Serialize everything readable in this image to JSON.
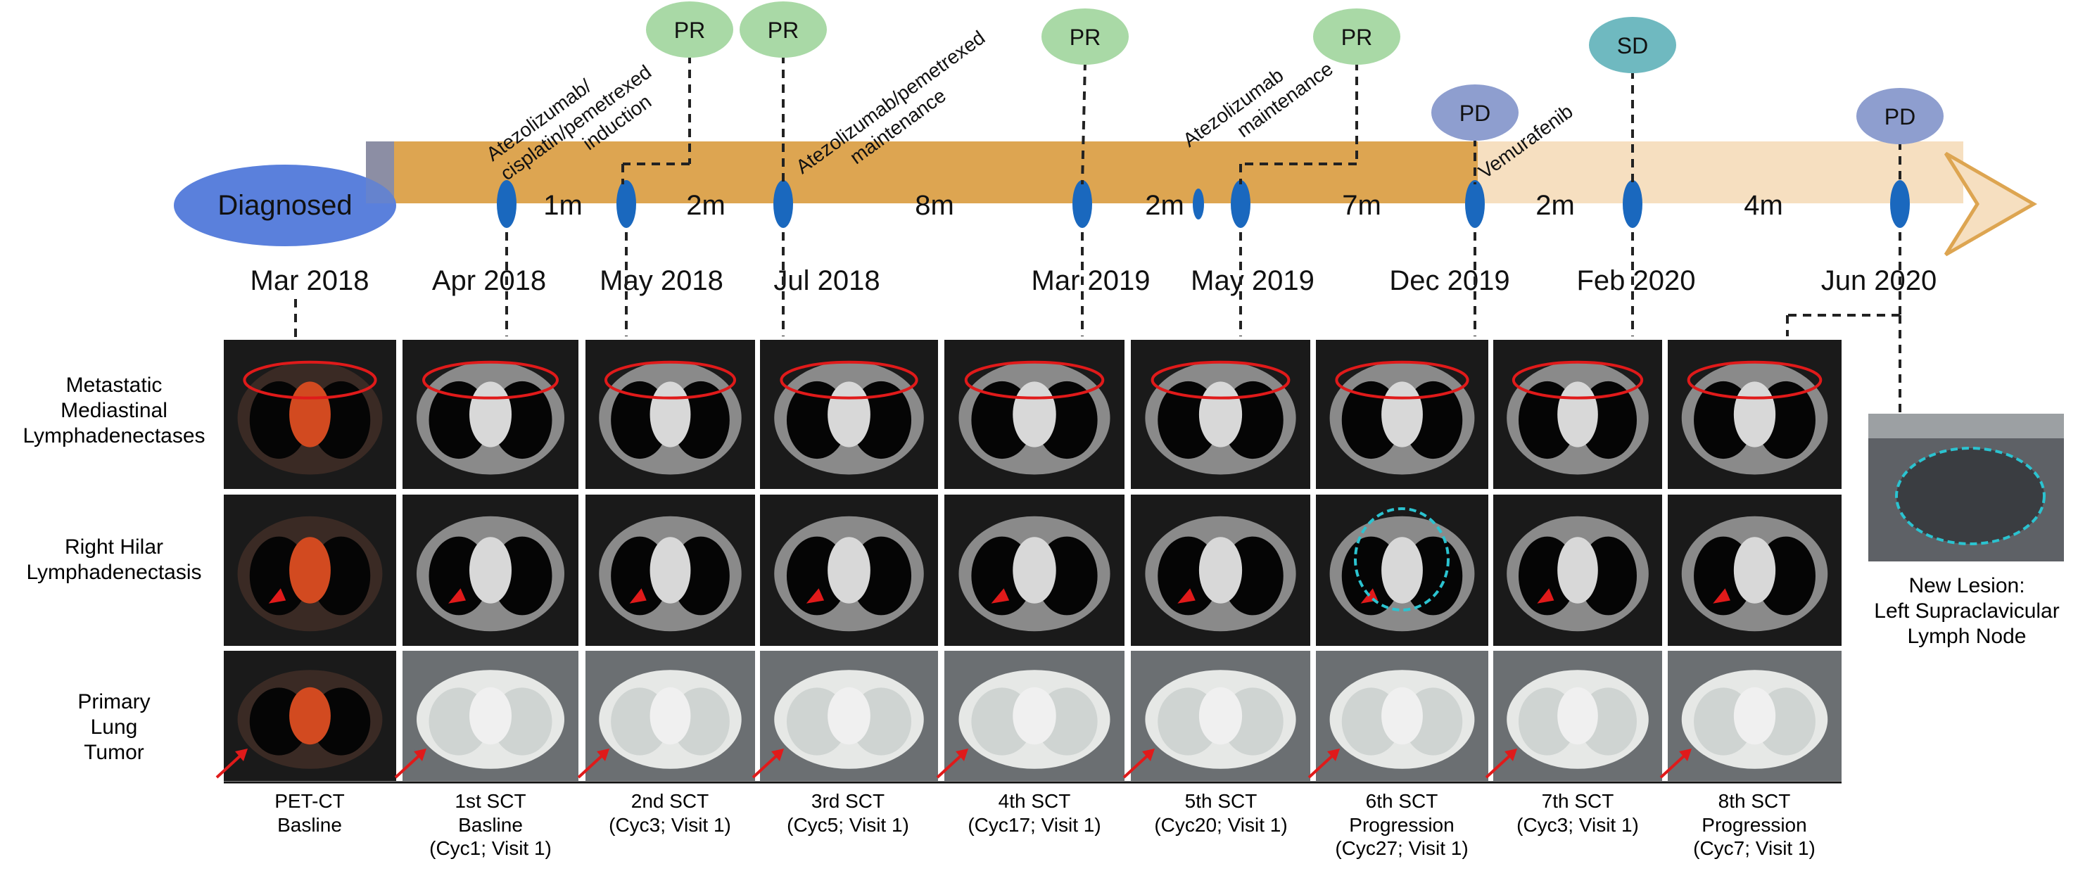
{
  "timeline": {
    "start_label": "Diagnosed",
    "dates": [
      "Mar 2018",
      "Apr 2018",
      "May 2018",
      "Jul 2018",
      "Mar 2019",
      "May 2019",
      "Dec 2019",
      "Feb 2020",
      "Jun 2020"
    ],
    "intervals": [
      "1m",
      "2m",
      "8m",
      "2m",
      "7m",
      "2m",
      "4m"
    ],
    "responses": [
      {
        "label": "PR",
        "color": "#a9d9a6"
      },
      {
        "label": "PR",
        "color": "#a9d9a6"
      },
      {
        "label": "PR",
        "color": "#a9d9a6"
      },
      {
        "label": "PR",
        "color": "#a9d9a6"
      },
      {
        "label": "PD",
        "color": "#8e9ecf"
      },
      {
        "label": "SD",
        "color": "#6fb9c0"
      },
      {
        "label": "PD",
        "color": "#8e9ecf"
      }
    ],
    "treatments": [
      {
        "lines": [
          "Atezolizumab/",
          "cisplatin/pemetrexed",
          "induction"
        ]
      },
      {
        "lines": [
          "Atezolizumab/pemetrexed",
          "maintenance"
        ]
      },
      {
        "lines": [
          "Atezolizumab",
          "maintenance"
        ]
      },
      {
        "lines": [
          "Vemurafenib"
        ]
      }
    ],
    "colors": {
      "bar": "#dda551",
      "bar_light": "#f6dfc0",
      "diagnosed": "#5a80dc",
      "node": "#1a68be"
    }
  },
  "rows": [
    {
      "lines": [
        "Metastatic",
        "Mediastinal",
        "Lymphadenectases"
      ]
    },
    {
      "lines": [
        "Right Hilar",
        "Lymphadenectasis"
      ]
    },
    {
      "lines": [
        "Primary",
        "Lung",
        "Tumor"
      ]
    }
  ],
  "scans": [
    {
      "lines": [
        "PET-CT",
        "Basline"
      ]
    },
    {
      "lines": [
        "1st SCT",
        "Basline",
        "(Cyc1; Visit 1)"
      ]
    },
    {
      "lines": [
        "2nd SCT",
        "(Cyc3; Visit 1)"
      ]
    },
    {
      "lines": [
        "3rd SCT",
        "(Cyc5; Visit 1)"
      ]
    },
    {
      "lines": [
        "4th SCT",
        "(Cyc17; Visit 1)"
      ]
    },
    {
      "lines": [
        "5th SCT",
        "(Cyc20; Visit 1)"
      ]
    },
    {
      "lines": [
        "6th SCT",
        "Progression",
        "(Cyc27; Visit 1)"
      ]
    },
    {
      "lines": [
        "7th SCT",
        "(Cyc3; Visit 1)"
      ]
    },
    {
      "lines": [
        "8th SCT",
        "Progression",
        "(Cyc7; Visit 1)"
      ]
    }
  ],
  "new_lesion": {
    "lines": [
      "New Lesion:",
      "Left Supraclavicular",
      "Lymph Node"
    ]
  }
}
